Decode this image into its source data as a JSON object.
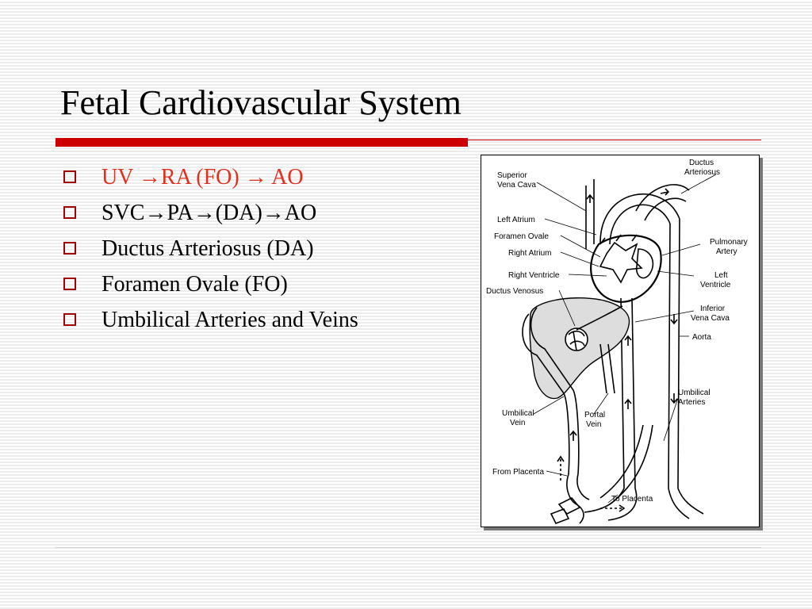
{
  "slide": {
    "title": "Fetal Cardiovascular System",
    "bullets": [
      {
        "text": "UV →RA (FO) → AO",
        "color": "#e0301e"
      },
      {
        "text": "SVC→PA→(DA)→AO",
        "color": "#000000"
      },
      {
        "text": "Ductus Arteriosus (DA)",
        "color": "#000000"
      },
      {
        "text": "Foramen Ovale (FO)",
        "color": "#000000"
      },
      {
        "text": "Umbilical Arteries and Veins",
        "color": "#000000"
      }
    ]
  },
  "diagram": {
    "labels": {
      "superior_vena_cava_1": "Superior",
      "superior_vena_cava_2": "Vena Cava",
      "ductus_arteriosus_1": "Ductus",
      "ductus_arteriosus_2": "Arteriosus",
      "left_atrium": "Left Atrium",
      "foramen_ovale": "Foramen Ovale",
      "right_atrium": "Right Atrium",
      "right_ventricle": "Right Ventricle",
      "ductus_venosus": "Ductus Venosus",
      "pulmonary_artery_1": "Pulmonary",
      "pulmonary_artery_2": "Artery",
      "left_ventricle_1": "Left",
      "left_ventricle_2": "Ventricle",
      "inferior_vena_cava_1": "Inferior",
      "inferior_vena_cava_2": "Vena Cava",
      "aorta": "Aorta",
      "umbilical_arteries_1": "Umbilical",
      "umbilical_arteries_2": "Arteries",
      "umbilical_vein_1": "Umbilical",
      "umbilical_vein_2": "Vein",
      "portal_vein_1": "Portal",
      "portal_vein_2": "Vein",
      "from_placenta": "From Placenta",
      "to_placenta": "To Placenta"
    }
  }
}
